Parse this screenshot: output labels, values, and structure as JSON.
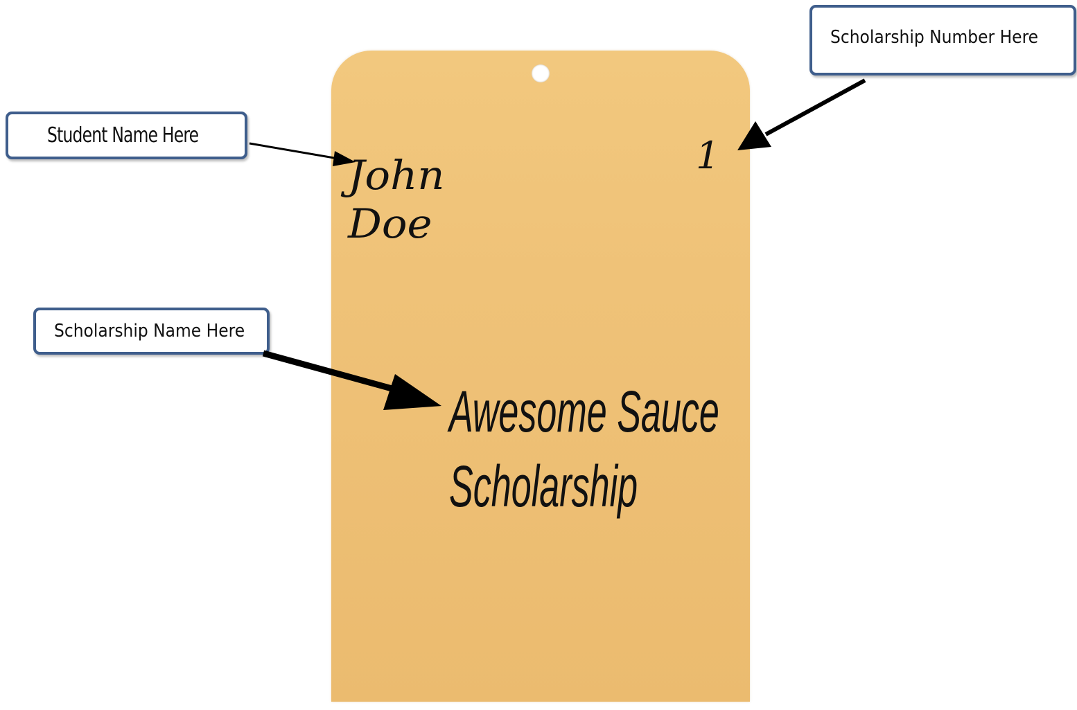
{
  "envelope": {
    "student_name_line1": "John",
    "student_name_line2": "Doe",
    "scholarship_name_line1": "Awesome Sauce",
    "scholarship_name_line2": "Scholarship",
    "scholarship_number": "1"
  },
  "callouts": {
    "student_name": "Student Name Here",
    "scholarship_name": "Scholarship Name Here",
    "scholarship_number": "Scholarship Number Here"
  },
  "colors": {
    "envelope": "#efc278",
    "callout_border": "#3f5e8c",
    "arrow": "#000000"
  }
}
